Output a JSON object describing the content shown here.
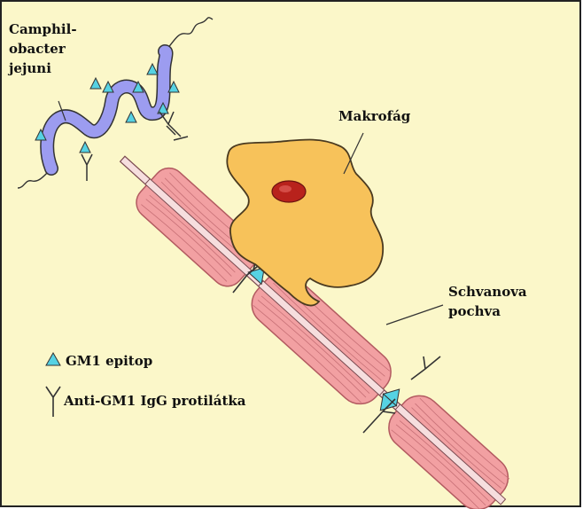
{
  "labels": {
    "bacterium_line1": "Camphil-",
    "bacterium_line2": "obacter",
    "bacterium_line3": "jejuni",
    "macrophage": "Makrofág",
    "schwann_line1": "Schvanova",
    "schwann_line2": "pochva"
  },
  "legend": {
    "epitope": "GM1 epitop",
    "antibody": "Anti-GM1 IgG protilátka"
  },
  "colors": {
    "background": "#fbf7c9",
    "frame": "#222222",
    "myelin": "#f2a0a2",
    "myelin_stroke": "#b25a60",
    "axon": "#f6dede",
    "macrophage": "#f7c25a",
    "nucleus": "#b8221c",
    "bacterium": "#9c9cf0",
    "epitope": "#56d2e3"
  }
}
